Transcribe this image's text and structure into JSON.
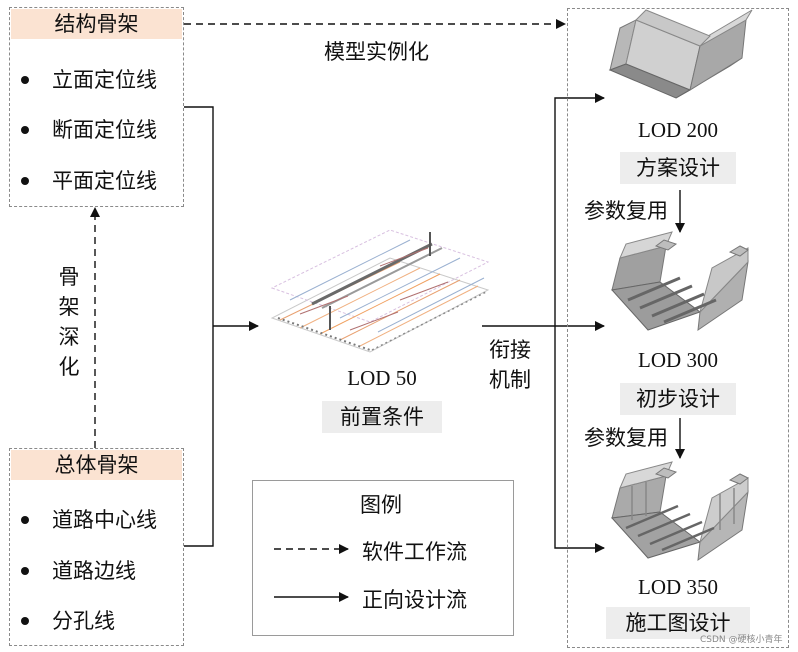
{
  "structure_skeleton": {
    "title": "结构骨架",
    "items": [
      "立面定位线",
      "断面定位线",
      "平面定位线"
    ]
  },
  "overall_skeleton": {
    "title": "总体骨架",
    "items": [
      "道路中心线",
      "道路边线",
      "分孔线"
    ]
  },
  "skeleton_refine_label": "骨架深化",
  "model_instancing_label": "模型实例化",
  "lod50": {
    "label": "LOD 50",
    "tag": "前置条件"
  },
  "connection_label_line1": "衔接",
  "connection_label_line2": "机制",
  "lod200": {
    "label": "LOD 200",
    "tag": "方案设计"
  },
  "lod300": {
    "label": "LOD 300",
    "tag": "初步设计"
  },
  "lod350": {
    "label": "LOD 350",
    "tag": "施工图设计"
  },
  "reuse_label_1": "参数复用",
  "reuse_label_2": "参数复用",
  "legend": {
    "title": "图例",
    "dashed_label": "软件工作流",
    "solid_label": "正向设计流"
  },
  "watermark": "CSDN @硬核小青年",
  "colors": {
    "header_fill": "#fbe3d2",
    "tag_fill": "#ededed",
    "arrow": "#111111",
    "dash_border": "#8a8a8a"
  }
}
